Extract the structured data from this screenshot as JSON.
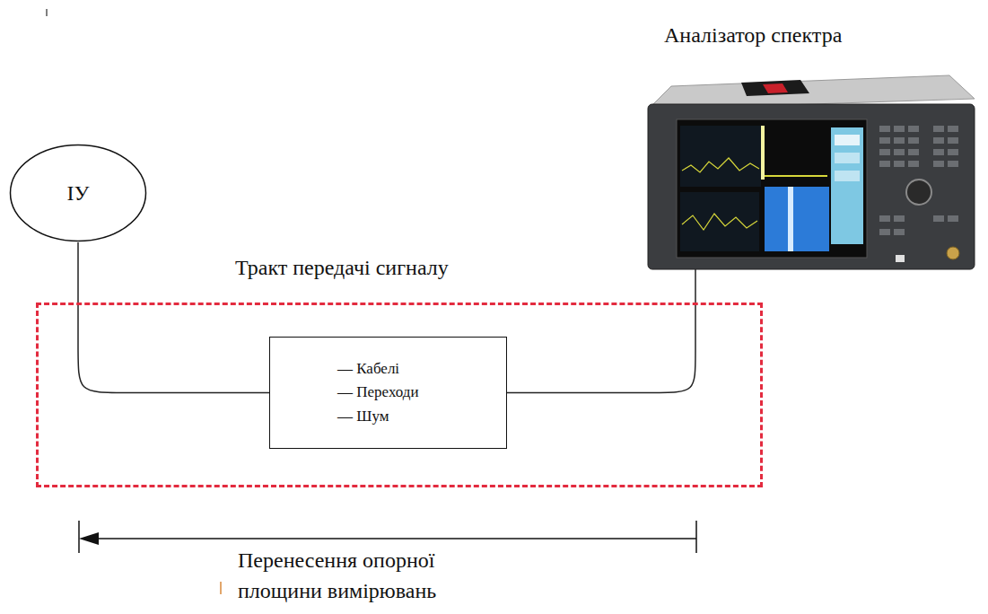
{
  "diagram": {
    "nodes": [
      {
        "text": [
          "ІУ"
        ]
      },
      {
        "text": [
          "Аналізатор спектра"
        ]
      },
      {
        "text": [
          "Тракт передачі сигналу"
        ]
      },
      {
        "text": [
          "— Кабелі",
          "— Переходи",
          "— Шум"
        ],
        "in": 2
      }
    ],
    "edges": [
      {
        "from": 0,
        "to": 3,
        "arrow": "none"
      },
      {
        "from": 3,
        "to": 1,
        "arrow": "none"
      }
    ],
    "labels": [
      "Перенесення опорної площини вимірювань"
    ]
  }
}
